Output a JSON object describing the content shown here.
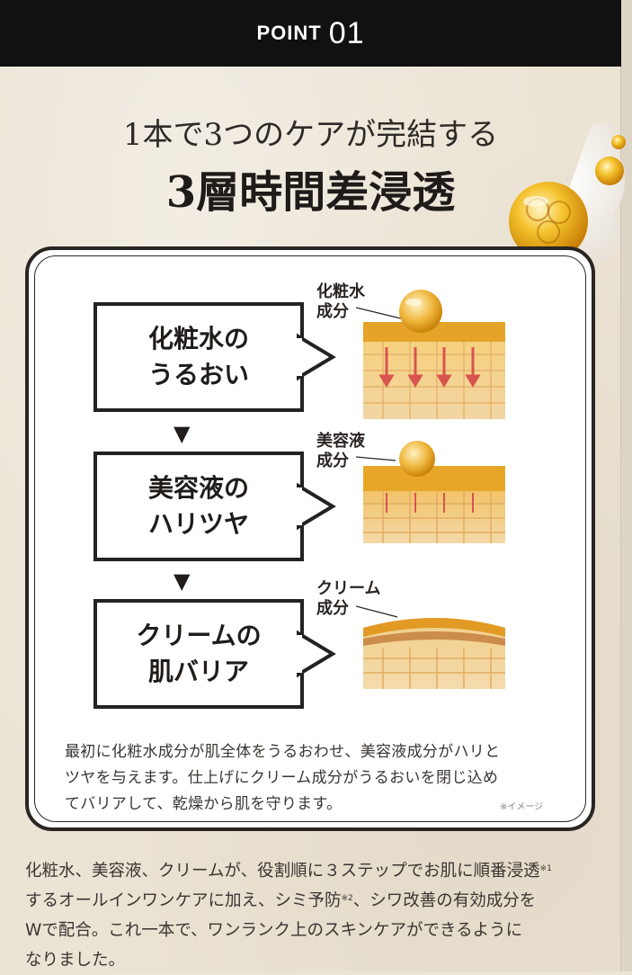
{
  "header": {
    "point_label": "POINT",
    "point_number": "01"
  },
  "headline": {
    "line1": "1本で3つのケアが完結する",
    "line2": "3層時間差浸透"
  },
  "steps": [
    {
      "line1": "化粧水の",
      "line2": "うるおい",
      "component_line1": "化粧水",
      "component_line2": "成分"
    },
    {
      "line1": "美容液の",
      "line2": "ハリツヤ",
      "component_line1": "美容液",
      "component_line2": "成分"
    },
    {
      "line1": "クリームの",
      "line2": "肌バリア",
      "component_line1": "クリーム",
      "component_line2": "成分"
    }
  ],
  "arrow_glyph": "▼",
  "description": {
    "line1": "最初に化粧水成分が肌全体をうるおわせ、美容液成分がハリと",
    "line2": "ツヤを与えます。仕上げにクリーム成分がうるおいを閉じ込め",
    "line3": "てバリアして、乾燥から肌を守ります。"
  },
  "image_note": "※イメージ",
  "caption": {
    "l1_a": "化粧水、美容液、クリームが、役割順に３ステップでお肌に順番浸透",
    "l1_sup": "※1",
    "l2_a": "するオールインワンケアに加え、シミ予防",
    "l2_sup": "※2",
    "l2_b": "、シワ改善の有効成分を",
    "l3": "Wで配合。これ一本で、ワンランク上のスキンケアができるように",
    "l4": "なりました。"
  },
  "colors": {
    "gold": "#e6a21a",
    "skin_light": "#f3cf86",
    "skin_line": "#e0a85c",
    "red_arrow": "#d9534f",
    "frame": "#2a2522"
  }
}
